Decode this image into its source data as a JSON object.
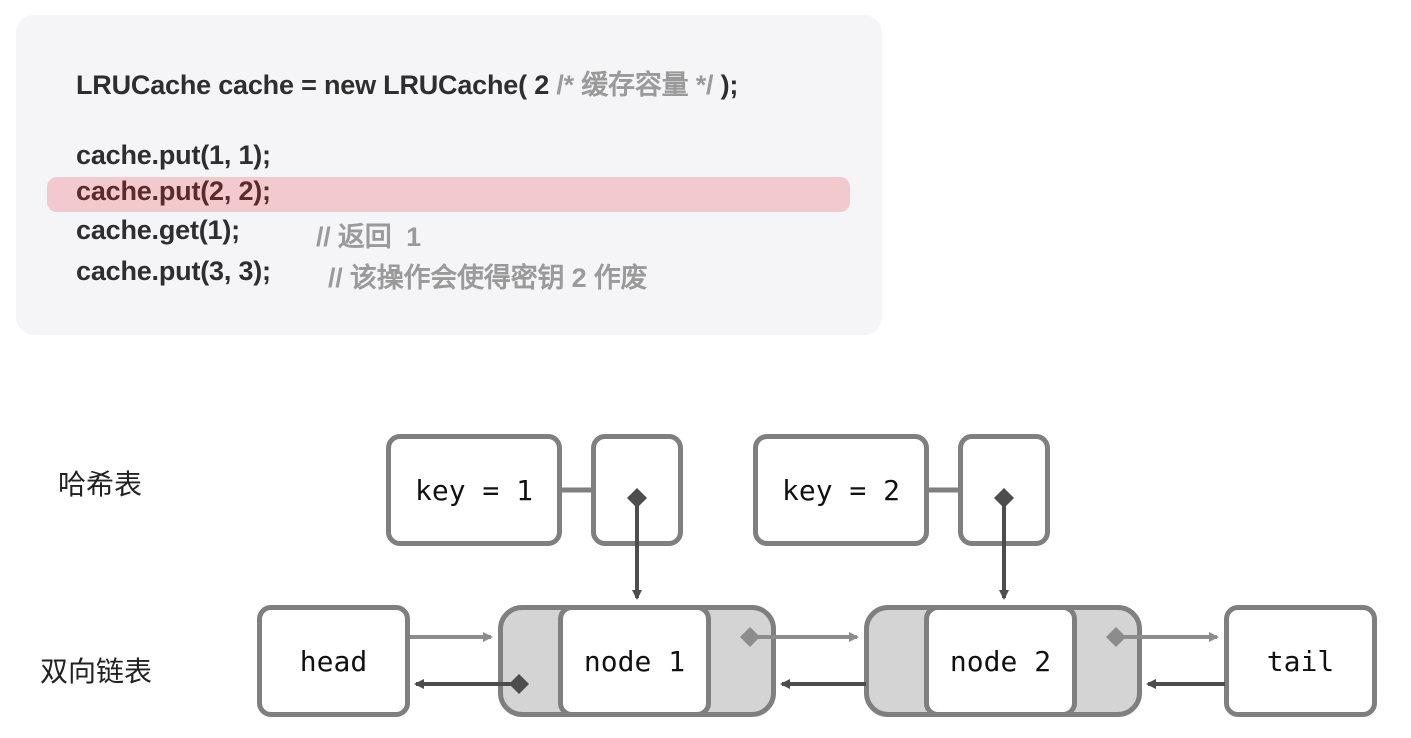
{
  "code": {
    "line1_code": "LRUCache cache = new LRUCache( 2 ",
    "line1_comment": "/* 缓存容量 */",
    "line1_end": " );",
    "line2": "cache.put(1, 1);",
    "line3": "cache.put(2, 2);",
    "line4_code": "cache.get(1);",
    "line4_comment": "// 返回  1",
    "line5_code": "cache.put(3, 3);",
    "line5_comment": "// 该操作会使得密钥 2 作废",
    "highlighted_line": 3
  },
  "labels": {
    "hash_table": "哈希表",
    "linked_list": "双向链表"
  },
  "hash_entries": [
    {
      "key_label": "key = 1"
    },
    {
      "key_label": "key = 2"
    }
  ],
  "list_nodes": {
    "head": "head",
    "node1": "node 1",
    "node2": "node 2",
    "tail": "tail"
  },
  "colors": {
    "border": "#7f7f7f",
    "node_fill": "#d4d4d4",
    "highlight": "#f2c9cc",
    "arrow_dark": "#4d4d4d",
    "arrow_light": "#8c8c8c"
  }
}
